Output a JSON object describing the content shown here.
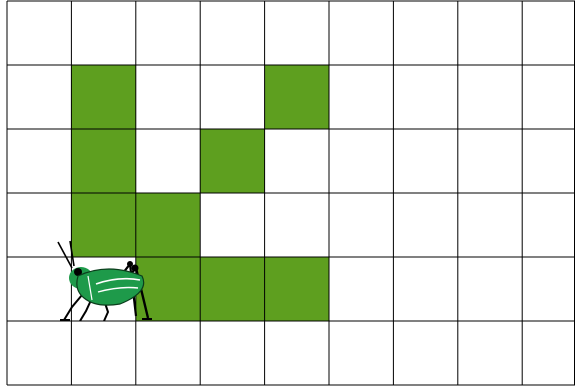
{
  "board": {
    "columns": 9,
    "rows": 6,
    "fill_color": "#5e9f1f",
    "empty_color": "#ffffff",
    "line_color": "#000000",
    "filled_cells": [
      [
        1,
        1
      ],
      [
        4,
        1
      ],
      [
        1,
        2
      ],
      [
        3,
        2
      ],
      [
        1,
        3
      ],
      [
        2,
        3
      ],
      [
        2,
        4
      ],
      [
        3,
        4
      ],
      [
        4,
        4
      ]
    ]
  },
  "player": {
    "icon": "grasshopper-icon",
    "column": 1,
    "row": 4,
    "body_color": "#1e9a4a",
    "stripe_color": "#ffffff",
    "leg_color": "#000000"
  }
}
